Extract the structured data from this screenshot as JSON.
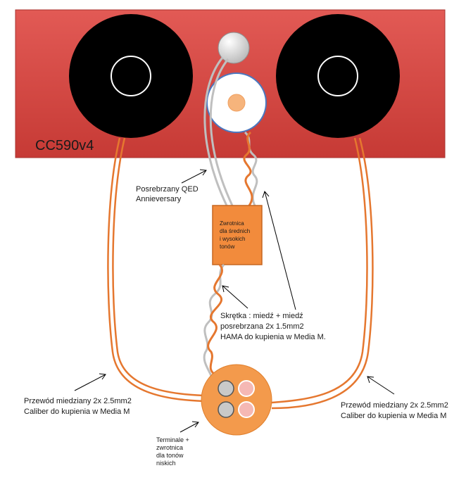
{
  "speaker": {
    "model_label": "CC590v4",
    "cabinet_color": "#d9443f",
    "driver_color": "#000000",
    "tweeter_face": "#ffffff",
    "tweeter_ring": "#4a78c0",
    "tweeter_dome": "#f6b47c",
    "terminal_gray": "#d9d9d9"
  },
  "wires": {
    "copper_color": "#e5772f",
    "silver_color": "#bfbfbf"
  },
  "crossover": {
    "label_lines": [
      "Zwrotnica",
      "dla średnich",
      "i wysokich",
      "tonów"
    ],
    "fill": "#f28b3c"
  },
  "terminal_block": {
    "fill": "#f39a4c",
    "terminal_gray": "#c9c9c9",
    "terminal_pink": "#f5b8b4"
  },
  "annotations": {
    "qed_line1": "Posrebrzany QED",
    "qed_line2": "Annieversary",
    "twisted_line1": "Skrętka : miedź + miedź",
    "twisted_line2": "posrebrzana 2x 1.5mm2",
    "twisted_line3": "HAMA do kupienia w Media M.",
    "left_cable_line1": "Przewód miedziany 2x 2.5mm2",
    "left_cable_line2": "Caliber do kupienia w Media M",
    "right_cable_line1": "Przewód miedziany 2x 2.5mm2",
    "right_cable_line2": "Caliber do kupienia w Media M",
    "terminal_lines": [
      "Terminale +",
      "zwrotnica",
      "dla tonów",
      "niskich"
    ]
  }
}
